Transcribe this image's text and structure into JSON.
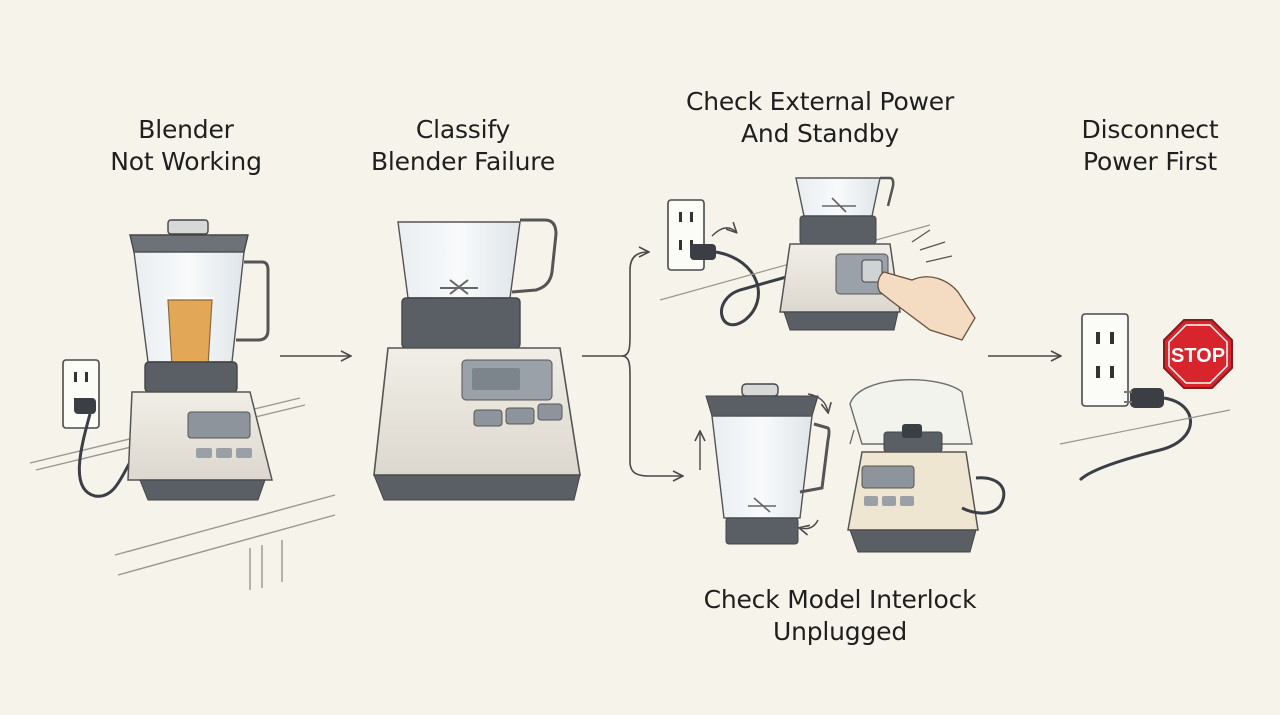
{
  "steps": [
    {
      "line1": "Blender",
      "line2": "Not Working"
    },
    {
      "line1": "Classify",
      "line2": "Blender Failure"
    },
    {
      "line1": "Check External Power",
      "line2": "And Standby"
    },
    {
      "line1": "Disconnect",
      "line2": "Power First"
    },
    {
      "line1": "Check Model Interlock",
      "line2": "Unplugged"
    }
  ],
  "stop_sign": {
    "text": "STOP",
    "color": "#d8242c"
  },
  "colors": {
    "background": "#f6f3ea",
    "ink": "#3a3a3a",
    "base": "#e9e6de",
    "band": "#5a5f66",
    "juice": "#e3a857"
  }
}
